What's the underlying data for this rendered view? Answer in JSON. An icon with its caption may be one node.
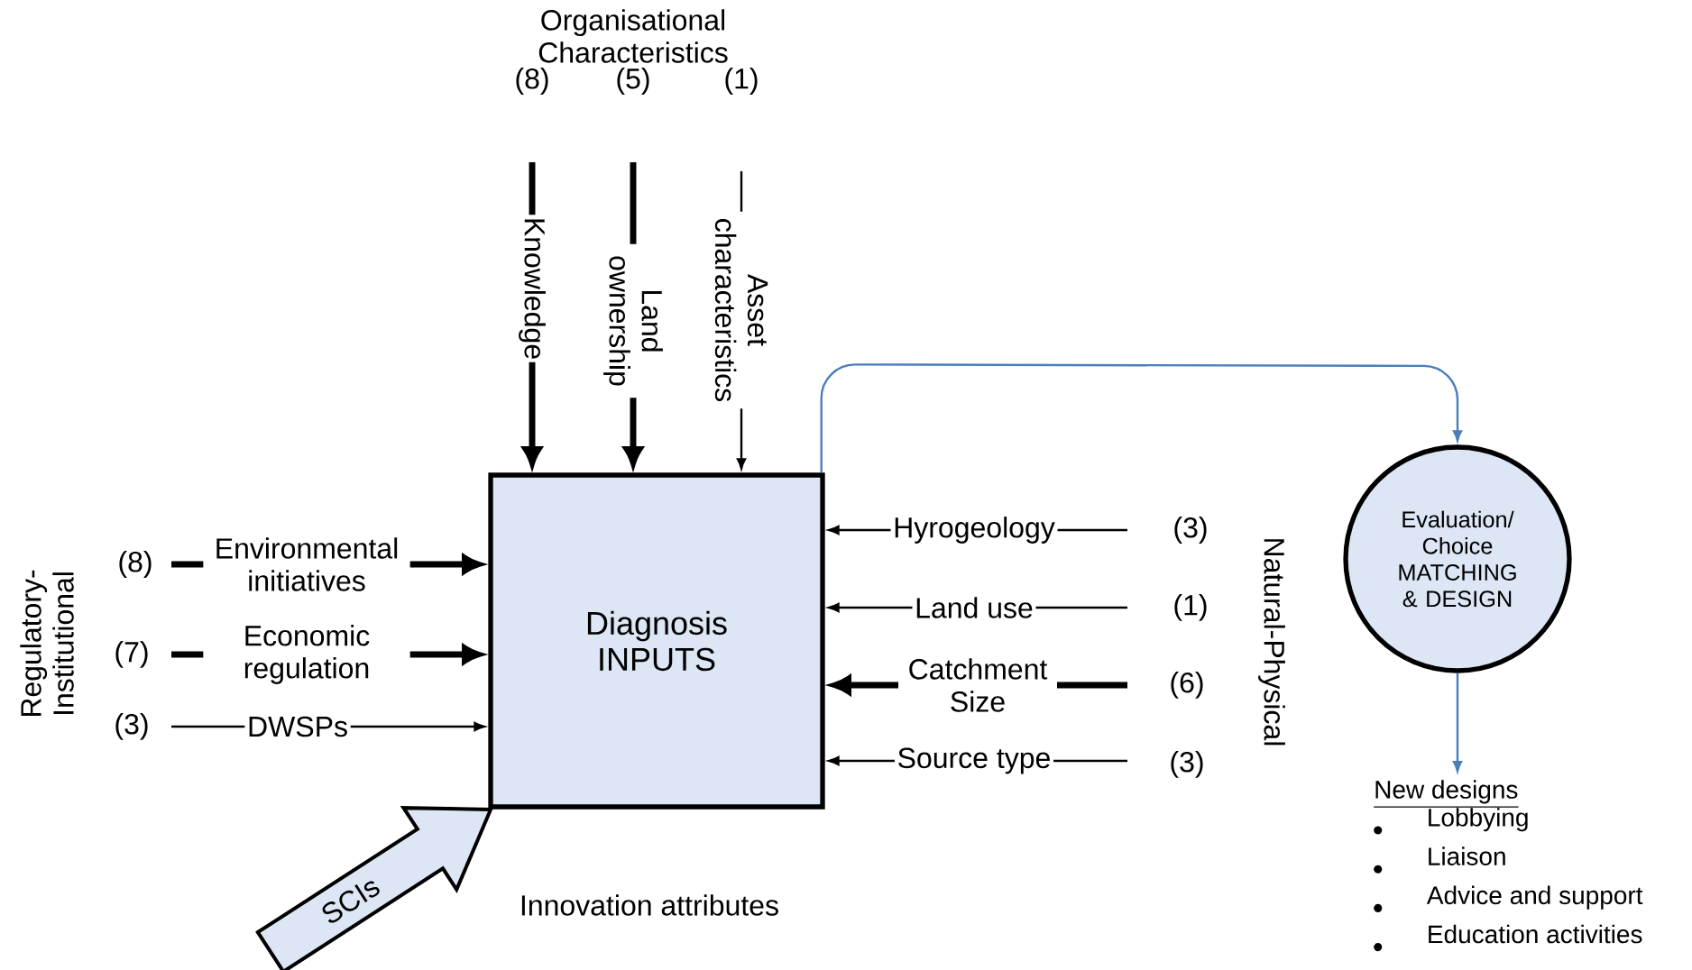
{
  "diagram": {
    "nodes": [
      {
        "text": [
          "Diagnosis INPUTS"
        ]
      },
      {
        "text": [
          "Evaluation/ Choice MATCHING & DESIGN"
        ]
      },
      {
        "text": [
          "SCIs"
        ]
      },
      {
        "text": [
          "New designs",
          "Lobbying",
          "Liaison",
          "Advice and support",
          "Education activities"
        ]
      }
    ],
    "edges": [
      {
        "from": null,
        "to": 0,
        "arrow": "to",
        "label": "Knowledge",
        "style": "thick"
      },
      {
        "from": null,
        "to": 0,
        "arrow": "to",
        "label": "Land ownership",
        "style": "thick"
      },
      {
        "from": null,
        "to": 0,
        "arrow": "to",
        "label": "Asset characteristics"
      },
      {
        "from": null,
        "to": 0,
        "arrow": "to",
        "label": "Environmental initiatives",
        "style": "thick"
      },
      {
        "from": null,
        "to": 0,
        "arrow": "to",
        "label": "Economic regulation",
        "style": "thick"
      },
      {
        "from": null,
        "to": 0,
        "arrow": "to",
        "label": "DWSPs"
      },
      {
        "from": null,
        "to": 0,
        "arrow": "to",
        "label": "Hyrogeology"
      },
      {
        "from": null,
        "to": 0,
        "arrow": "to",
        "label": "Land use"
      },
      {
        "from": null,
        "to": 0,
        "arrow": "to",
        "label": "Catchment Size",
        "style": "thick"
      },
      {
        "from": null,
        "to": 0,
        "arrow": "to",
        "label": "Source type"
      },
      {
        "from": 0,
        "to": 1,
        "arrow": "to",
        "color": "#4a7ebb"
      },
      {
        "from": 1,
        "to": 3,
        "arrow": "to",
        "color": "#4a7ebb"
      }
    ],
    "labels": [
      "Organisational Characteristics",
      "(8)",
      "(5)",
      "(1)",
      "Regulatory-Institutional",
      "(8)",
      "(7)",
      "(3)",
      "(3)",
      "(1)",
      "(6)",
      "(3)",
      "Natural-Physical",
      "Innovation attributes"
    ]
  }
}
